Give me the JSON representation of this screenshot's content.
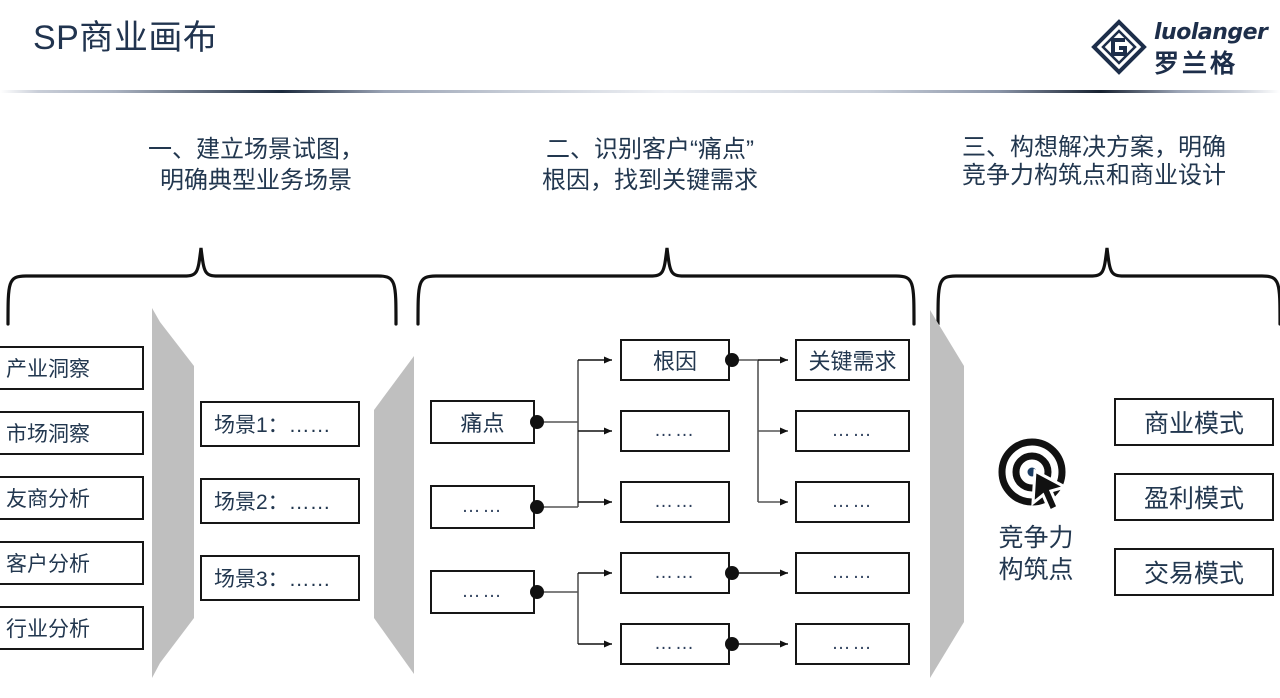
{
  "header": {
    "title": "SP商业画布",
    "logo": {
      "en": "luolanger",
      "cn": "罗兰格",
      "mark": "diamond-g-logo"
    }
  },
  "sections": [
    {
      "id": "one",
      "heading": "一、建立场景试图，\n明确典型业务场景"
    },
    {
      "id": "two",
      "heading": "二、识别客户“痛点”\n根因，找到关键需求"
    },
    {
      "id": "three",
      "heading": "三、构想解决方案，明确\n竞争力构筑点和商业设计"
    }
  ],
  "insight_column": {
    "items": [
      {
        "label": "产业洞察"
      },
      {
        "label": "市场洞察"
      },
      {
        "label": "友商分析"
      },
      {
        "label": "客户分析"
      },
      {
        "label": "行业分析"
      }
    ]
  },
  "scenario_column": {
    "items": [
      {
        "label": "场景1：……"
      },
      {
        "label": "场景2：……"
      },
      {
        "label": "场景3：……"
      }
    ]
  },
  "painpoint_column": {
    "items": [
      {
        "label": "痛点"
      },
      {
        "label": "……"
      },
      {
        "label": "……"
      }
    ]
  },
  "rootcause_column": {
    "items": [
      {
        "label": "根因"
      },
      {
        "label": "……"
      },
      {
        "label": "……"
      },
      {
        "label": "……"
      },
      {
        "label": "……"
      }
    ]
  },
  "keyneed_column": {
    "items": [
      {
        "label": "关键需求"
      },
      {
        "label": "……"
      },
      {
        "label": "……"
      },
      {
        "label": "……"
      },
      {
        "label": "……"
      }
    ]
  },
  "competitive": {
    "icon": "target-cursor-icon",
    "label": "竞争力\n构筑点"
  },
  "mode_column": {
    "items": [
      {
        "label": "商业模式"
      },
      {
        "label": "盈利模式"
      },
      {
        "label": "交易模式"
      }
    ]
  },
  "colors": {
    "ink": "#22374f",
    "line": "#161616",
    "grey_shape": "#bfbfbf",
    "background": "#ffffff"
  }
}
